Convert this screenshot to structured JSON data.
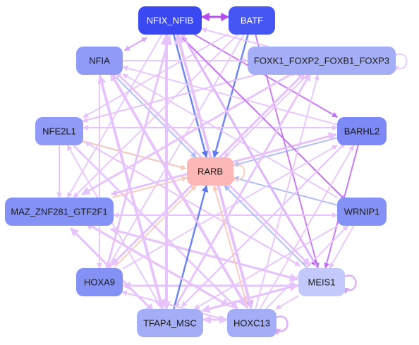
{
  "colors": {
    "background": "#ffffff",
    "edge_light": "#e6c3fb",
    "edge_mid": "#d9a8f5",
    "edge_strong": "#b44df0",
    "edge_blue": "#5f78ee",
    "edge_lightblue": "#a9b6f7",
    "edge_peach": "#fbc9b8"
  },
  "nodes": [
    {
      "id": "NFIX_NFIB",
      "label": "NFIX_NFIB",
      "fill": "#3a48f2",
      "text": "#ffffff"
    },
    {
      "id": "BATF",
      "label": "BATF",
      "fill": "#4656f2",
      "text": "#ffffff"
    },
    {
      "id": "NFIA",
      "label": "NFIA",
      "fill": "#8f9bf6",
      "text": "#1a1a1a"
    },
    {
      "id": "FOXK1",
      "label": "FOXK1_FOXP2_FOXB1_FOXP3",
      "fill": "#a4aef7",
      "text": "#1a1a1a"
    },
    {
      "id": "NFE2L1",
      "label": "NFE2L1",
      "fill": "#8f9bf6",
      "text": "#1a1a1a"
    },
    {
      "id": "BARHL2",
      "label": "BARHL2",
      "fill": "#7d89f5",
      "text": "#1a1a1a"
    },
    {
      "id": "RARB",
      "label": "RARB",
      "fill": "#fbb6b6",
      "text": "#1a1a1a"
    },
    {
      "id": "MAZ",
      "label": "MAZ_ZNF281_GTF2F1",
      "fill": "#8592f5",
      "text": "#1a1a1a"
    },
    {
      "id": "WRNIP1",
      "label": "WRNIP1",
      "fill": "#8592f5",
      "text": "#1a1a1a"
    },
    {
      "id": "HOXA9",
      "label": "HOXA9",
      "fill": "#8592f5",
      "text": "#1a1a1a"
    },
    {
      "id": "MEIS1",
      "label": "MEIS1",
      "fill": "#c3c9fa",
      "text": "#1a1a1a"
    },
    {
      "id": "TFAP4_MSC",
      "label": "TFAP4_MSC",
      "fill": "#a4aef7",
      "text": "#1a1a1a"
    },
    {
      "id": "HOXC13",
      "label": "HOXC13",
      "fill": "#a4aef7",
      "text": "#1a1a1a"
    }
  ],
  "edges": [
    {
      "source": "BATF",
      "target": "NFIX_NFIB",
      "color": "#b44df0",
      "weight": 3
    },
    {
      "source": "NFIX_NFIB",
      "target": "BATF",
      "color": "#b44df0",
      "weight": 3
    },
    {
      "source": "NFIX_NFIB",
      "target": "RARB",
      "color": "#5f78ee",
      "weight": 2.5
    },
    {
      "source": "BATF",
      "target": "RARB",
      "color": "#5f78ee",
      "weight": 2.5
    },
    {
      "source": "NFIX_NFIB",
      "target": "MEIS1",
      "color": "#b44df0",
      "weight": 2.5
    },
    {
      "source": "NFIX_NFIB",
      "target": "BARHL2",
      "color": "#c26df2",
      "weight": 2
    },
    {
      "source": "NFIX_NFIB",
      "target": "HOXC13",
      "color": "#d9a8f5",
      "weight": 3
    },
    {
      "source": "NFIX_NFIB",
      "target": "TFAP4_MSC",
      "color": "#e6c3fb",
      "weight": 3
    },
    {
      "source": "NFIX_NFIB",
      "target": "HOXA9",
      "color": "#e6c3fb",
      "weight": 2
    },
    {
      "source": "NFIX_NFIB",
      "target": "NFIA",
      "color": "#d9a8f5",
      "weight": 2
    },
    {
      "source": "NFIX_NFIB",
      "target": "WRNIP1",
      "color": "#d9a8f5",
      "weight": 2
    },
    {
      "source": "NFIX_NFIB",
      "target": "MAZ",
      "color": "#e6c3fb",
      "weight": 2
    },
    {
      "source": "BATF",
      "target": "MAZ",
      "color": "#e6c3fb",
      "weight": 2
    },
    {
      "source": "BATF",
      "target": "NFE2L1",
      "color": "#e6c3fb",
      "weight": 2
    },
    {
      "source": "BATF",
      "target": "HOXA9",
      "color": "#e6c3fb",
      "weight": 2
    },
    {
      "source": "BATF",
      "target": "MEIS1",
      "color": "#c26df2",
      "weight": 2
    },
    {
      "source": "NFIA",
      "target": "RARB",
      "color": "#a9b6f7",
      "weight": 2
    },
    {
      "source": "NFIA",
      "target": "TFAP4_MSC",
      "color": "#e6c3fb",
      "weight": 4
    },
    {
      "source": "NFIA",
      "target": "HOXC13",
      "color": "#e6c3fb",
      "weight": 4
    },
    {
      "source": "NFIA",
      "target": "MEIS1",
      "color": "#e6c3fb",
      "weight": 3
    },
    {
      "source": "NFIA",
      "target": "FOXK1",
      "color": "#e6c3fb",
      "weight": 2
    },
    {
      "source": "NFIA",
      "target": "NFIX_NFIB",
      "color": "#d9a8f5",
      "weight": 2
    },
    {
      "source": "NFIA",
      "target": "HOXA9",
      "color": "#e6c3fb",
      "weight": 2
    },
    {
      "source": "FOXK1",
      "target": "NFIX_NFIB",
      "color": "#e6c3fb",
      "weight": 2
    },
    {
      "source": "FOXK1",
      "target": "RARB",
      "color": "#e6c3fb",
      "weight": 2
    },
    {
      "source": "FOXK1",
      "target": "HOXA9",
      "color": "#e6c3fb",
      "weight": 3
    },
    {
      "source": "FOXK1",
      "target": "MAZ",
      "color": "#e6c3fb",
      "weight": 3
    },
    {
      "source": "FOXK1",
      "target": "TFAP4_MSC",
      "color": "#e6c3fb",
      "weight": 2
    },
    {
      "source": "FOXK1",
      "target": "NFE2L1",
      "color": "#e6c3fb",
      "weight": 2
    },
    {
      "source": "NFE2L1",
      "target": "RARB",
      "color": "#a9b6f7",
      "weight": 2
    },
    {
      "source": "NFE2L1",
      "target": "BARHL2",
      "color": "#e6c3fb",
      "weight": 2
    },
    {
      "source": "NFE2L1",
      "target": "MEIS1",
      "color": "#e6c3fb",
      "weight": 2
    },
    {
      "source": "NFE2L1",
      "target": "MAZ",
      "color": "#e6c3fb",
      "weight": 2
    },
    {
      "source": "NFE2L1",
      "target": "HOXC13",
      "color": "#e6c3fb",
      "weight": 3
    },
    {
      "source": "NFE2L1",
      "target": "FOXK1",
      "color": "#e6c3fb",
      "weight": 2
    },
    {
      "source": "NFE2L1",
      "target": "RARB",
      "color": "#fbc9b8",
      "weight": 2
    },
    {
      "source": "BARHL2",
      "target": "RARB",
      "color": "#a9b6f7",
      "weight": 2
    },
    {
      "source": "BARHL2",
      "target": "MEIS1",
      "color": "#c26df2",
      "weight": 2
    },
    {
      "source": "BARHL2",
      "target": "MAZ",
      "color": "#d9a8f5",
      "weight": 2
    },
    {
      "source": "BARHL2",
      "target": "TFAP4_MSC",
      "color": "#e6c3fb",
      "weight": 2
    },
    {
      "source": "BARHL2",
      "target": "NFE2L1",
      "color": "#e6c3fb",
      "weight": 2
    },
    {
      "source": "BARHL2",
      "target": "NFIA",
      "color": "#e6c3fb",
      "weight": 2
    },
    {
      "source": "MAZ",
      "target": "BARHL2",
      "color": "#e6c3fb",
      "weight": 3
    },
    {
      "source": "MAZ",
      "target": "FOXK1",
      "color": "#e6c3fb",
      "weight": 2
    },
    {
      "source": "MAZ",
      "target": "RARB",
      "color": "#fbc9b8",
      "weight": 2
    },
    {
      "source": "MAZ",
      "target": "MEIS1",
      "color": "#e6c3fb",
      "weight": 3
    },
    {
      "source": "MAZ",
      "target": "WRNIP1",
      "color": "#e6c3fb",
      "weight": 2
    },
    {
      "source": "MAZ",
      "target": "HOXC13",
      "color": "#e6c3fb",
      "weight": 3
    },
    {
      "source": "MAZ",
      "target": "TFAP4_MSC",
      "color": "#e6c3fb",
      "weight": 3
    },
    {
      "source": "WRNIP1",
      "target": "RARB",
      "color": "#a9b6f7",
      "weight": 2
    },
    {
      "source": "WRNIP1",
      "target": "MAZ",
      "color": "#e6c3fb",
      "weight": 2
    },
    {
      "source": "WRNIP1",
      "target": "TFAP4_MSC",
      "color": "#e6c3fb",
      "weight": 2
    },
    {
      "source": "WRNIP1",
      "target": "NFIA",
      "color": "#e6c3fb",
      "weight": 2
    },
    {
      "source": "WRNIP1",
      "target": "NFIX_NFIB",
      "color": "#c26df2",
      "weight": 2
    },
    {
      "source": "WRNIP1",
      "target": "MEIS1",
      "color": "#e6c3fb",
      "weight": 2
    },
    {
      "source": "HOXA9",
      "target": "RARB",
      "color": "#fbc9b8",
      "weight": 2
    },
    {
      "source": "HOXA9",
      "target": "MEIS1",
      "color": "#e6c3fb",
      "weight": 3
    },
    {
      "source": "HOXA9",
      "target": "FOXK1",
      "color": "#e6c3fb",
      "weight": 3
    },
    {
      "source": "HOXA9",
      "target": "NFIX_NFIB",
      "color": "#e6c3fb",
      "weight": 3
    },
    {
      "source": "HOXA9",
      "target": "BARHL2",
      "color": "#e6c3fb",
      "weight": 2
    },
    {
      "source": "HOXA9",
      "target": "HOXC13",
      "color": "#e6c3fb",
      "weight": 2
    },
    {
      "source": "MEIS1",
      "target": "RARB",
      "color": "#a9b6f7",
      "weight": 2
    },
    {
      "source": "MEIS1",
      "target": "HOXA9",
      "color": "#e6c3fb",
      "weight": 3
    },
    {
      "source": "MEIS1",
      "target": "MAZ",
      "color": "#e6c3fb",
      "weight": 3
    },
    {
      "source": "MEIS1",
      "target": "TFAP4_MSC",
      "color": "#e6c3fb",
      "weight": 3
    },
    {
      "source": "MEIS1",
      "target": "HOXC13",
      "color": "#e6c3fb",
      "weight": 2
    },
    {
      "source": "MEIS1",
      "target": "NFIA",
      "color": "#e6c3fb",
      "weight": 2
    },
    {
      "source": "MEIS1",
      "target": "NFIX_NFIB",
      "color": "#e6c3fb",
      "weight": 2
    },
    {
      "source": "MEIS1",
      "target": "NFE2L1",
      "color": "#e6c3fb",
      "weight": 2
    },
    {
      "source": "TFAP4_MSC",
      "target": "RARB",
      "color": "#5f78ee",
      "weight": 2.5
    },
    {
      "source": "TFAP4_MSC",
      "target": "NFIX_NFIB",
      "color": "#e6c3fb",
      "weight": 4
    },
    {
      "source": "TFAP4_MSC",
      "target": "HOXC13",
      "color": "#e6c3fb",
      "weight": 3
    },
    {
      "source": "TFAP4_MSC",
      "target": "FOXK1",
      "color": "#e6c3fb",
      "weight": 3
    },
    {
      "source": "TFAP4_MSC",
      "target": "BARHL2",
      "color": "#e6c3fb",
      "weight": 2
    },
    {
      "source": "TFAP4_MSC",
      "target": "MEIS1",
      "color": "#e6c3fb",
      "weight": 3
    },
    {
      "source": "TFAP4_MSC",
      "target": "NFIA",
      "color": "#e6c3fb",
      "weight": 3
    },
    {
      "source": "TFAP4_MSC",
      "target": "MAZ",
      "color": "#e6c3fb",
      "weight": 3
    },
    {
      "source": "TFAP4_MSC",
      "target": "NFE2L1",
      "color": "#e6c3fb",
      "weight": 2
    },
    {
      "source": "HOXC13",
      "target": "RARB",
      "color": "#fbc9b8",
      "weight": 2
    },
    {
      "source": "HOXC13",
      "target": "NFIX_NFIB",
      "color": "#e6c3fb",
      "weight": 4
    },
    {
      "source": "HOXC13",
      "target": "TFAP4_MSC",
      "color": "#e6c3fb",
      "weight": 3
    },
    {
      "source": "HOXC13",
      "target": "FOXK1",
      "color": "#e6c3fb",
      "weight": 2
    },
    {
      "source": "HOXC13",
      "target": "NFIA",
      "color": "#e6c3fb",
      "weight": 3
    },
    {
      "source": "HOXC13",
      "target": "MAZ",
      "color": "#e6c3fb",
      "weight": 3
    },
    {
      "source": "HOXC13",
      "target": "HOXA9",
      "color": "#e6c3fb",
      "weight": 2
    },
    {
      "source": "HOXC13",
      "target": "BARHL2",
      "color": "#e6c3fb",
      "weight": 2
    },
    {
      "source": "HOXC13",
      "target": "WRNIP1",
      "color": "#e6c3fb",
      "weight": 2
    },
    {
      "source": "RARB",
      "target": "RARB",
      "color": "#fbc9b8",
      "weight": 2,
      "self": true
    },
    {
      "source": "FOXK1",
      "target": "FOXK1",
      "color": "#e6c3fb",
      "weight": 2,
      "self": true
    },
    {
      "source": "MEIS1",
      "target": "MEIS1",
      "color": "#d9a8f5",
      "weight": 2.5,
      "self": true
    },
    {
      "source": "HOXC13",
      "target": "HOXC13",
      "color": "#d9a8f5",
      "weight": 2.5,
      "self": true
    }
  ]
}
